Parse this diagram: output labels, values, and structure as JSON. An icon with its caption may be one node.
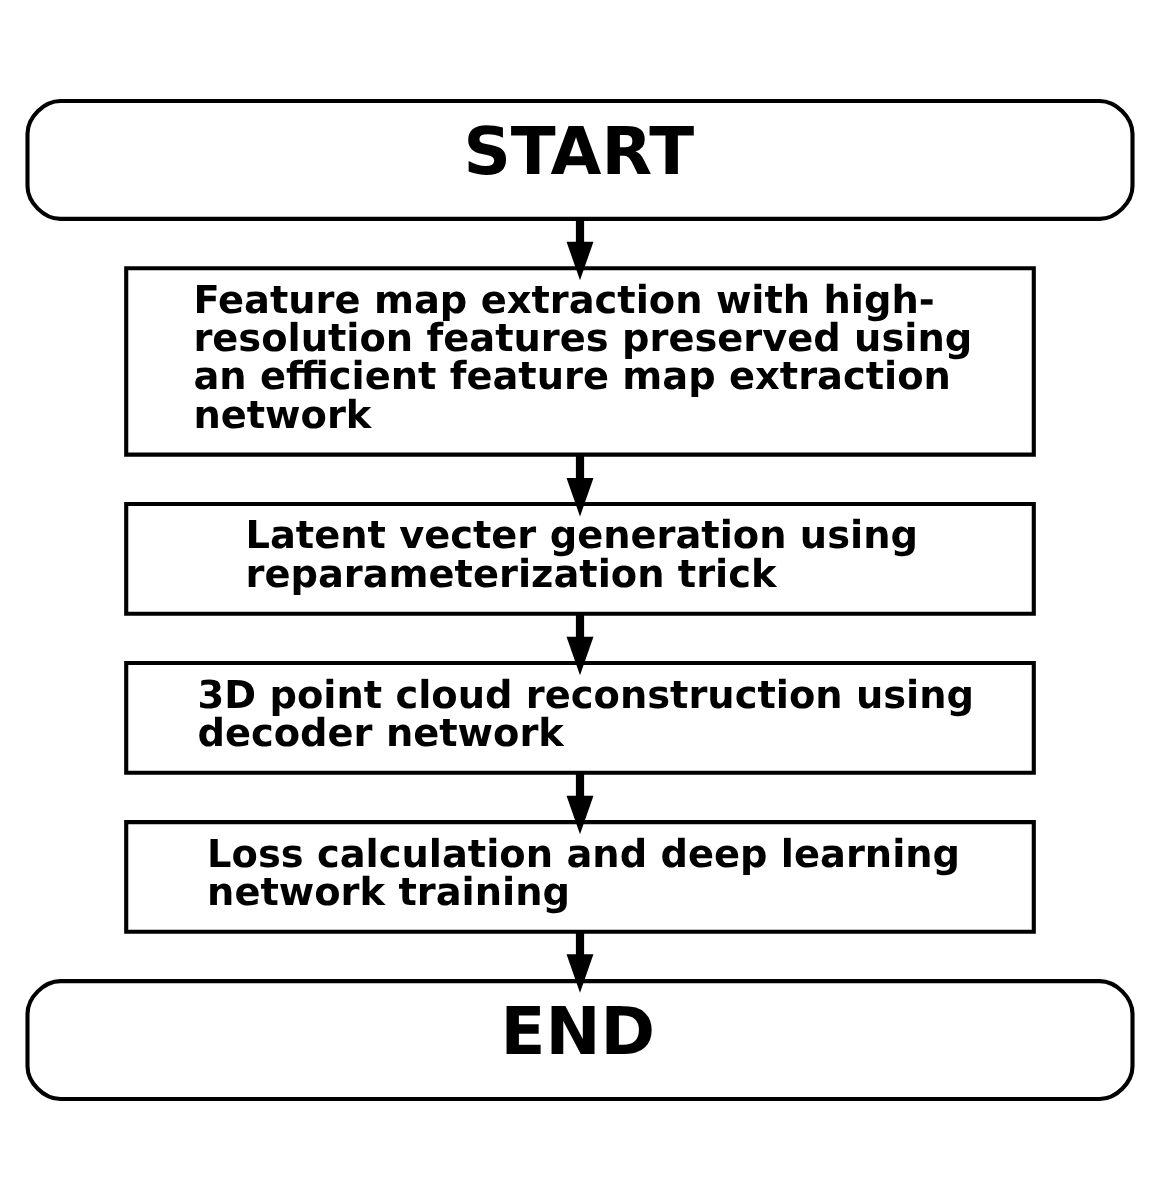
{
  "diagram": {
    "nodes": [
      {
        "text": [
          "START"
        ]
      },
      {
        "text": [
          "Feature map extraction with high-resolution features preserved using an efficient feature map extraction network"
        ]
      },
      {
        "text": [
          "Latent vecter generation using reparameterization trick"
        ]
      },
      {
        "text": [
          "3D point cloud reconstruction using decoder network"
        ]
      },
      {
        "text": [
          "Loss calculation and deep learning network training"
        ]
      },
      {
        "text": [
          "END"
        ]
      }
    ],
    "edges": [
      {
        "from": 0,
        "to": 1,
        "arrow": "to"
      },
      {
        "from": 1,
        "to": 2,
        "arrow": "to"
      },
      {
        "from": 2,
        "to": 3,
        "arrow": "to"
      },
      {
        "from": 3,
        "to": 4,
        "arrow": "to"
      },
      {
        "from": 4,
        "to": 5,
        "arrow": "to"
      }
    ]
  }
}
